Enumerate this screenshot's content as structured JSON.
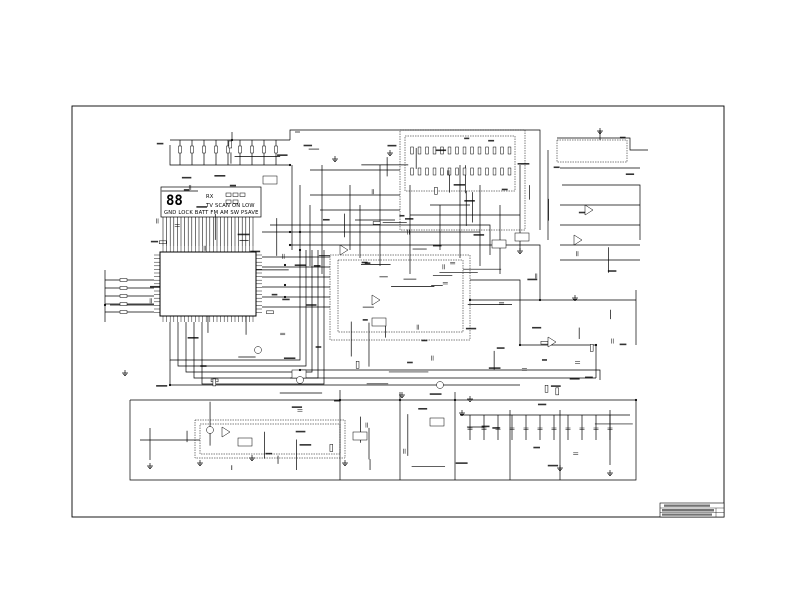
{
  "indicator_row1": "RX",
  "indicator_row2": "TV  SCAN  ON  LOW",
  "indicator_row3": "GND  LOCK  BATT  FM  AM  SW  PSAVE",
  "colors": {
    "ink": "#000000",
    "paper": "#ffffff"
  }
}
